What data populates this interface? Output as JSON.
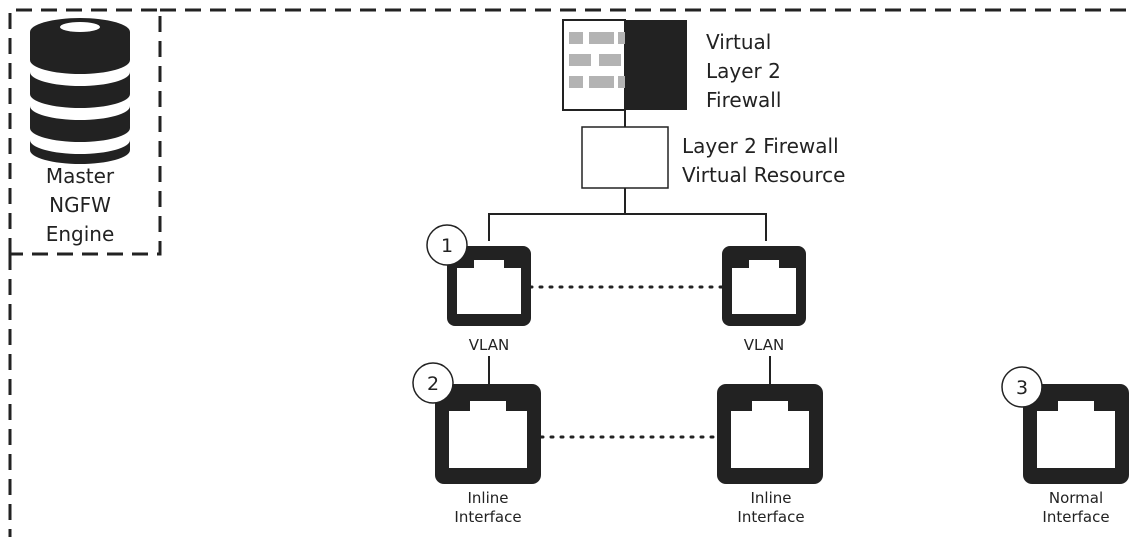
{
  "engine": {
    "label": "Master\nNGFW\nEngine"
  },
  "firewall": {
    "label": "Virtual\nLayer 2\nFirewall"
  },
  "resource": {
    "label": "Layer 2 Firewall\nVirtual Resource"
  },
  "vlans": [
    {
      "label": "VLAN",
      "badge": "1"
    },
    {
      "label": "VLAN"
    }
  ],
  "inline_interfaces": [
    {
      "label": "Inline\nInterface",
      "badge": "2"
    },
    {
      "label": "Inline\nInterface"
    }
  ],
  "normal_interface": {
    "label": "Normal\nInterface",
    "badge": "3"
  },
  "colors": {
    "dark": "#222222",
    "brick": "#b3b3b3",
    "background": "#ffffff"
  }
}
